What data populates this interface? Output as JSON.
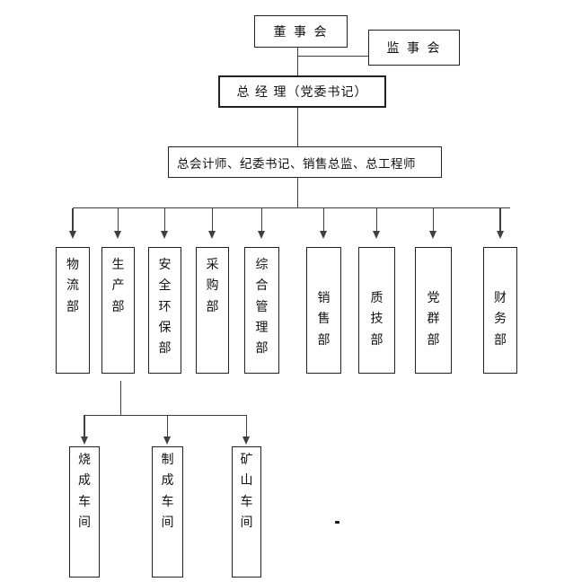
{
  "org_chart": {
    "root": {
      "label": "董 事 会"
    },
    "supervisory": {
      "label": "监 事 会"
    },
    "general_manager": {
      "label": "总 经 理（党委书记）"
    },
    "staff_row": {
      "label": "总会计师、纪委书记、销售总监、总工程师"
    },
    "departments": [
      {
        "label": "物流部"
      },
      {
        "label": "生产部"
      },
      {
        "label": "安全环保部"
      },
      {
        "label": "采购部"
      },
      {
        "label": "综合管理部"
      },
      {
        "label": "销售部"
      },
      {
        "label": "质技部"
      },
      {
        "label": "党群部"
      },
      {
        "label": "财务部"
      }
    ],
    "production_workshops": {
      "parent": "生产部",
      "items": [
        {
          "label": "烧成车间"
        },
        {
          "label": "制成车间"
        },
        {
          "label": "矿山车间"
        }
      ]
    },
    "stray_mark": "."
  },
  "colors": {
    "bg": "#ffffff",
    "line": "#3f3f3f",
    "border": "#222222",
    "text": "#111111"
  }
}
